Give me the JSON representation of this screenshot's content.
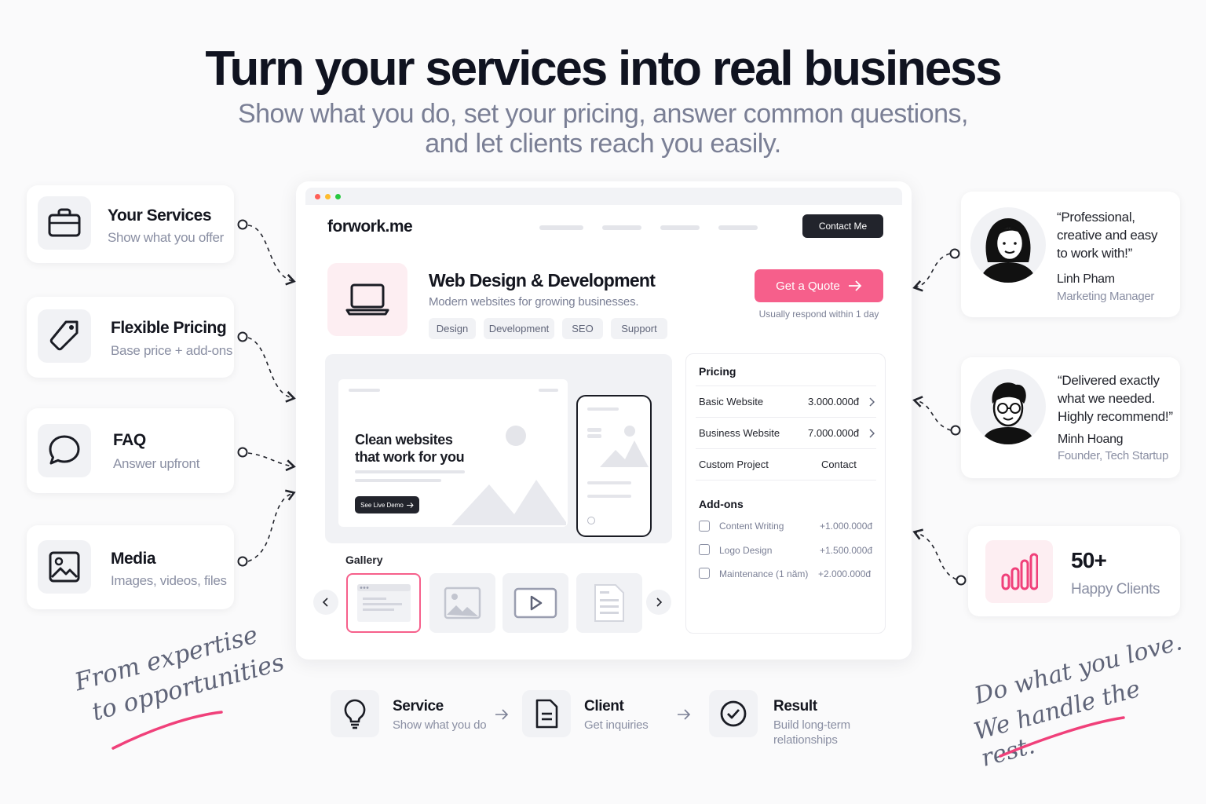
{
  "hero": {
    "title": "Turn your services into real business",
    "subtitle_line1": "Show what you do, set your pricing, answer common questions,",
    "subtitle_line2": "and let clients reach you easily."
  },
  "features": [
    {
      "title": "Your Services",
      "subtitle": "Show what you offer",
      "icon": "briefcase-icon"
    },
    {
      "title": "Flexible Pricing",
      "subtitle": "Base price + add-ons",
      "icon": "price-tag-icon"
    },
    {
      "title": "FAQ",
      "subtitle": "Answer upfront",
      "icon": "chat-bubble-icon"
    },
    {
      "title": "Media",
      "subtitle": "Images, videos, files",
      "icon": "image-icon"
    }
  ],
  "site": {
    "logo": "forwork.me",
    "contact_button": "Contact Me",
    "service_title": "Web Design & Development",
    "service_subtitle": "Modern websites for growing businesses.",
    "tags": [
      "Design",
      "Development",
      "SEO",
      "Support"
    ],
    "quote_button": "Get a Quote",
    "respond_note": "Usually respond within 1 day",
    "hero_text_line1": "Clean websites",
    "hero_text_line2": "that work for you",
    "demo_button": "See Live Demo",
    "gallery_label": "Gallery",
    "colors": {
      "accent": "#f65f8b",
      "dark": "#22242c",
      "pink_soft": "#fdeef2"
    }
  },
  "pricing": {
    "heading": "Pricing",
    "rows": [
      {
        "name": "Basic Website",
        "price": "3.000.000đ"
      },
      {
        "name": "Business Website",
        "price": "7.000.000đ"
      },
      {
        "name": "Custom Project",
        "price": "Contact"
      }
    ],
    "addons_heading": "Add-ons",
    "addons": [
      {
        "name": "Content Writing",
        "price": "+1.000.000đ"
      },
      {
        "name": "Logo Design",
        "price": "+1.500.000đ"
      },
      {
        "name": "Maintenance (1 năm)",
        "price": "+2.000.000đ"
      }
    ]
  },
  "testimonials": [
    {
      "quote_line1": "“Professional,",
      "quote_line2": "creative and easy",
      "quote_line3": "to work with!”",
      "name": "Linh Pham",
      "role": "Marketing Manager"
    },
    {
      "quote_line1": "“Delivered exactly",
      "quote_line2": "what we needed.",
      "quote_line3": "Highly recommend!”",
      "name": "Minh Hoang",
      "role": "Founder, Tech Startup"
    }
  ],
  "stats": {
    "value": "50+",
    "label": "Happy Clients"
  },
  "steps": [
    {
      "title": "Service",
      "subtitle_line1": "Show what you do",
      "subtitle_line2": "",
      "icon": "lightbulb-icon"
    },
    {
      "title": "Client",
      "subtitle_line1": "Get inquiries",
      "subtitle_line2": "",
      "icon": "document-icon"
    },
    {
      "title": "Result",
      "subtitle_line1": "Build long-term",
      "subtitle_line2": "relationships",
      "icon": "check-circle-icon"
    }
  ],
  "handwriting": {
    "left_line1": "From expertise",
    "left_line2": "to opportunities",
    "right_line1": "Do what you love.",
    "right_line2": "We handle the rest."
  }
}
